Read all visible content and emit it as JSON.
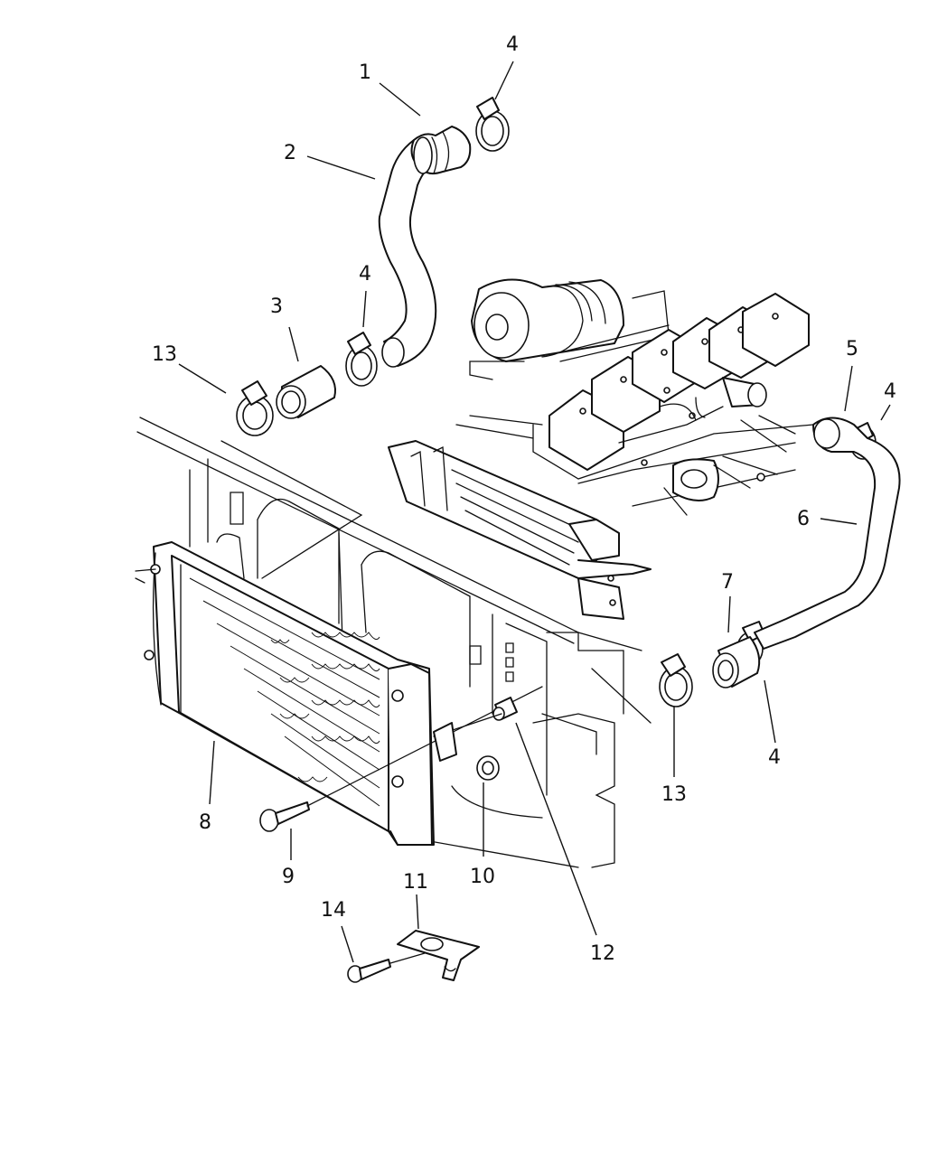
{
  "diagram": {
    "callouts": [
      {
        "id": "c1",
        "number": "1"
      },
      {
        "id": "c2",
        "number": "2"
      },
      {
        "id": "c3",
        "number": "3"
      },
      {
        "id": "c4a",
        "number": "4"
      },
      {
        "id": "c4b",
        "number": "4"
      },
      {
        "id": "c4c",
        "number": "4"
      },
      {
        "id": "c4d",
        "number": "4"
      },
      {
        "id": "c5",
        "number": "5"
      },
      {
        "id": "c6",
        "number": "6"
      },
      {
        "id": "c7",
        "number": "7"
      },
      {
        "id": "c8",
        "number": "8"
      },
      {
        "id": "c9",
        "number": "9"
      },
      {
        "id": "c10",
        "number": "10"
      },
      {
        "id": "c11",
        "number": "11"
      },
      {
        "id": "c12",
        "number": "12"
      },
      {
        "id": "c13a",
        "number": "13"
      },
      {
        "id": "c13b",
        "number": "13"
      },
      {
        "id": "c14",
        "number": "14"
      }
    ]
  }
}
